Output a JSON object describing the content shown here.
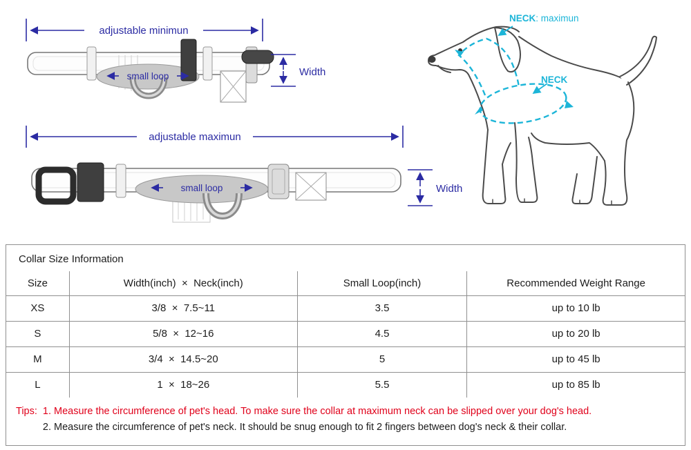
{
  "colors": {
    "navy": "#2b2ba3",
    "cyan": "#1cb5d8",
    "red": "#e0001a",
    "border": "#8f8f8f"
  },
  "diagram": {
    "collar_min": {
      "label": "adjustable minimun",
      "loop_label": "small loop",
      "width_label": "Width"
    },
    "collar_max": {
      "label": "adjustable maximun",
      "loop_label": "small loop",
      "width_label": "Width"
    },
    "dog": {
      "neck": "NECK",
      "neck_max_suffix": ": maximun"
    }
  },
  "panel": {
    "title": "Collar Size Information",
    "table": {
      "headers": [
        "Size",
        "Width(inch)  ×  Neck(inch)",
        "Small Loop(inch)",
        "Recommended Weight Range"
      ],
      "rows": [
        [
          "XS",
          "3/8  ×  7.5~11",
          "3.5",
          "up to 10 lb"
        ],
        [
          "S",
          "5/8  ×  12~16",
          "4.5",
          "up to 20 lb"
        ],
        [
          "M",
          "3/4  ×  14.5~20",
          "5",
          "up to 45 lb"
        ],
        [
          "L",
          "1  ×  18~26",
          "5.5",
          "up to 85 lb"
        ]
      ]
    },
    "tips": {
      "label": "Tips:",
      "line1": "1. Measure the circumference of pet's head.  To make sure the collar at maximum neck can be slipped over your dog's head.",
      "line2": "2. Measure the circumference of pet's neck. It should be snug enough to fit 2 fingers between dog's neck & their collar."
    }
  }
}
